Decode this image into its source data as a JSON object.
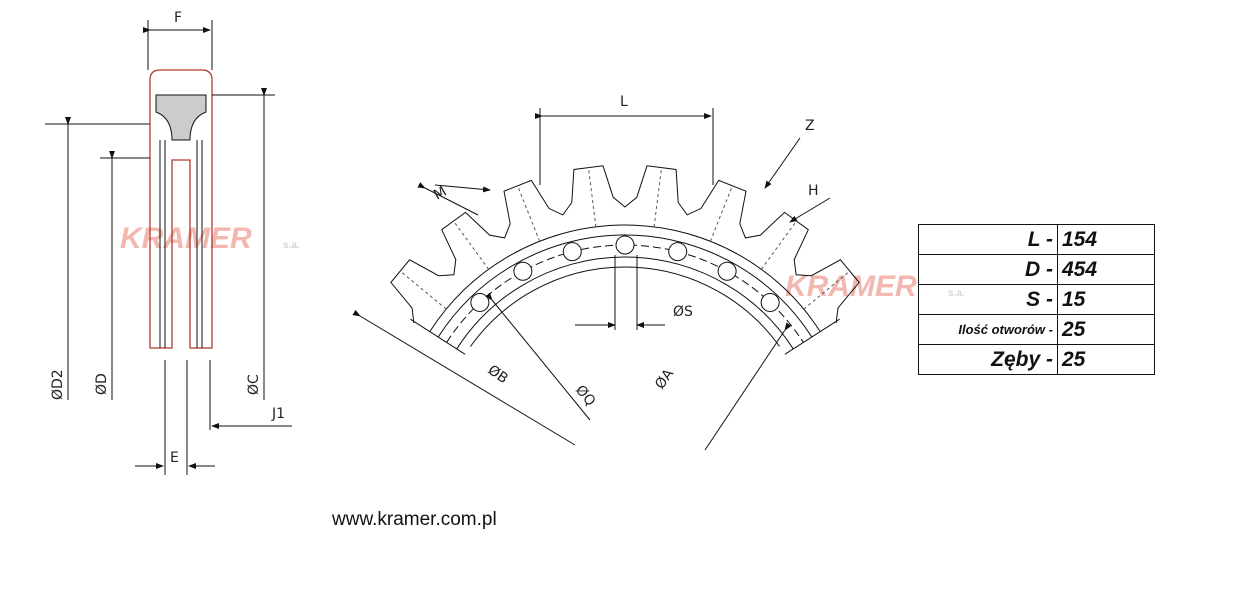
{
  "watermark": {
    "brand": "KRAMER",
    "suffix": "s.a."
  },
  "side_view": {
    "labels": {
      "F": "F",
      "D2": "ØD2",
      "D": "ØD",
      "C": "ØC",
      "J1": "J1",
      "E": "E"
    }
  },
  "front_view": {
    "labels": {
      "L": "L",
      "Z": "Z",
      "H": "H",
      "M": "M",
      "S": "ØS",
      "B": "ØB",
      "Q": "ØQ",
      "A": "ØA"
    },
    "teeth_count": 25,
    "holes_count": 25
  },
  "spec_table": [
    {
      "key": "L -",
      "value": "154"
    },
    {
      "key": "D -",
      "value": "454"
    },
    {
      "key": "S -",
      "value": "15"
    },
    {
      "key": "Ilość otworów -",
      "value": "25"
    },
    {
      "key": "Zęby -",
      "value": "25"
    }
  ],
  "website": "www.kramer.com.pl",
  "colors": {
    "outline": "#b03a2e",
    "line": "#111111",
    "watermark_red": "#f2b8b0"
  }
}
